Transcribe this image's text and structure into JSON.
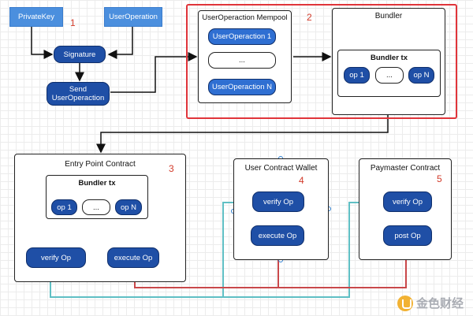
{
  "inputs": {
    "private_key": "PrivateKey",
    "user_operation": "UserOperation"
  },
  "signature": "Signature",
  "send_user_operation": [
    "Send",
    "UserOperaction"
  ],
  "labels": {
    "n1": "1",
    "n2": "2",
    "n3": "3",
    "n4": "4",
    "n5": "5"
  },
  "mempool": {
    "title": "UserOperaction Mempool",
    "items": [
      "UserOperaction 1",
      "...",
      "UserOperaction N"
    ]
  },
  "bundler": {
    "title": "Bundler",
    "tx_title": "Bundler tx",
    "ops": [
      "op 1",
      "...",
      "op N"
    ]
  },
  "entry_point": {
    "title": "Entry Point Contract",
    "tx_title": "Bundler tx",
    "ops": [
      "op 1",
      "...",
      "op N"
    ],
    "verify": "verify Op",
    "execute": "execute Op"
  },
  "wallet": {
    "title": "User Contract Wallet",
    "verify": "verify Op",
    "execute": "execute Op"
  },
  "paymaster": {
    "title": "Paymaster Contract",
    "verify": "verify Op",
    "post": "post Op"
  },
  "watermark": "金色财经",
  "colors": {
    "pill_blue": "#1f4fa6",
    "label_blue": "#4b8fde",
    "highlight_red": "#e0343a",
    "flow_teal": "#5fbfc4",
    "flow_red": "#c9484a"
  }
}
